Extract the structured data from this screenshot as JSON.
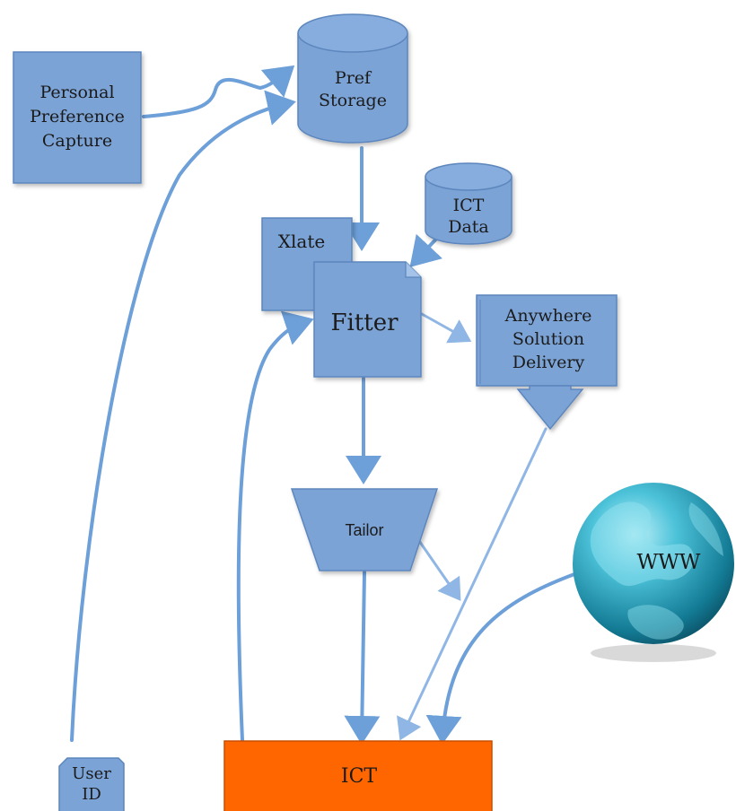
{
  "nodes": {
    "personal_preference_capture": [
      "Personal",
      "Preference",
      "Capture"
    ],
    "pref_storage": [
      "Pref",
      "Storage"
    ],
    "ict_data": [
      "ICT",
      "Data"
    ],
    "xlate": "Xlate",
    "fitter": "Fitter",
    "anywhere_solution_delivery": [
      "Anywhere",
      "Solution",
      "Delivery"
    ],
    "tailor": "Tailor",
    "www": "WWW",
    "ict": "ICT",
    "user_id": [
      "User",
      "ID"
    ]
  },
  "colors": {
    "shape_fill": "#7ba3d6",
    "shape_stroke": "#5b86bd",
    "arrow": "#6d9fd8",
    "arrow_light": "#8fb6e4",
    "ict_fill": "#ff6600",
    "ict_stroke": "#c84f00",
    "globe_dark": "#0e6b84",
    "globe_light": "#6fd3e6"
  }
}
